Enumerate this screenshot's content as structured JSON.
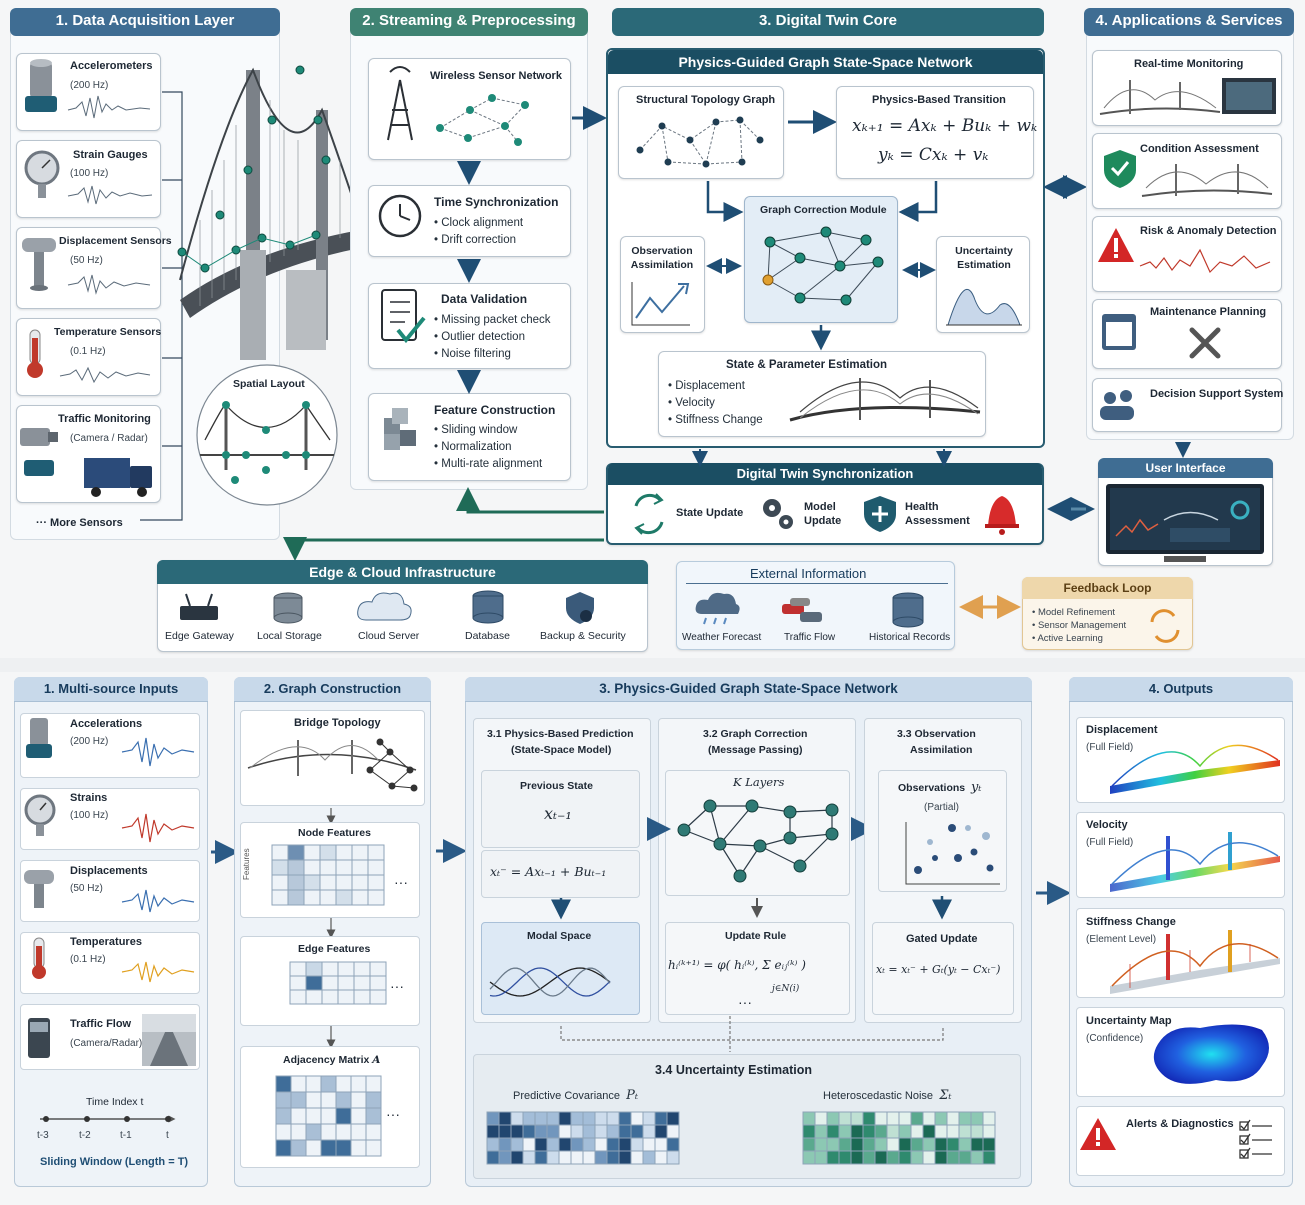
{
  "top": {
    "acq": {
      "title": "1. Data Acquisition Layer",
      "sensors": [
        {
          "name": "Accelerometers",
          "rate": "(200 Hz)"
        },
        {
          "name": "Strain Gauges",
          "rate": "(100 Hz)"
        },
        {
          "name": "Displacement Sensors",
          "rate": "(50 Hz)"
        },
        {
          "name": "Temperature Sensors",
          "rate": "(0.1 Hz)"
        },
        {
          "name": "Traffic Monitoring",
          "rate": "(Camera / Radar)"
        }
      ],
      "more": "··· More Sensors",
      "spatial": "Spatial Layout"
    },
    "stream": {
      "title": "2. Streaming & Preprocessing",
      "wsn": "Wireless Sensor Network",
      "blocks": [
        {
          "title": "Time Synchronization",
          "items": [
            "Clock alignment",
            "Drift correction"
          ]
        },
        {
          "title": "Data Validation",
          "items": [
            "Missing packet check",
            "Outlier detection",
            "Noise filtering"
          ]
        },
        {
          "title": "Feature Construction",
          "items": [
            "Sliding window",
            "Normalization",
            "Multi-rate alignment"
          ]
        }
      ]
    },
    "core": {
      "title": "3. Digital Twin Core",
      "network": "Physics-Guided Graph State-Space Network",
      "topology": "Structural Topology Graph",
      "transition": "Physics-Based Transition",
      "eq1": "xₖ₊₁ = Axₖ + Buₖ + wₖ",
      "eq2": "yₖ = Cxₖ + vₖ",
      "correction": "Graph Correction Module",
      "observation": "Observation Assimilation",
      "uncertainty": "Uncertainty Estimation",
      "state": "State & Parameter Estimation",
      "state_items": [
        "Displacement",
        "Velocity",
        "Stiffness Change"
      ],
      "sync": "Digital Twin Synchronization",
      "sync_items": [
        "State Update",
        "Model Update",
        "Health Assessment"
      ]
    },
    "apps": {
      "title": "4. Applications & Services",
      "items": [
        "Real-time Monitoring",
        "Condition Assessment",
        "Risk & Anomaly Detection",
        "Maintenance Planning",
        "Decision Support System"
      ],
      "ui": "User Interface"
    },
    "infra": {
      "title": "Edge & Cloud Infrastructure",
      "items": [
        "Edge Gateway",
        "Local Storage",
        "Cloud Server",
        "Database",
        "Backup & Security"
      ]
    },
    "external": {
      "title": "External Information",
      "items": [
        "Weather Forecast",
        "Traffic Flow",
        "Historical Records"
      ]
    },
    "feedback": {
      "title": "Feedback Loop",
      "items": [
        "• Model Refinement",
        "• Sensor Management",
        "• Active Learning"
      ]
    }
  },
  "bottom": {
    "inputs": {
      "title": "1. Multi-source Inputs",
      "items": [
        {
          "name": "Accelerations",
          "rate": "(200 Hz)"
        },
        {
          "name": "Strains",
          "rate": "(100 Hz)"
        },
        {
          "name": "Displacements",
          "rate": "(50 Hz)"
        },
        {
          "name": "Temperatures",
          "rate": "(0.1 Hz)"
        },
        {
          "name": "Traffic Flow",
          "rate": "(Camera/Radar)"
        }
      ],
      "time_title": "Time Index t",
      "ticks": [
        "t-3",
        "t-2",
        "t-1",
        "t"
      ],
      "window": "Sliding Window (Length = T)"
    },
    "graph": {
      "title": "2. Graph Construction",
      "topology": "Bridge Topology",
      "node": "Node Features",
      "edge": "Edge Features",
      "adj": "Adjacency Matrix",
      "adj_sym": "A",
      "features_label": "Features",
      "dots": "···"
    },
    "pgssn": {
      "title": "3. Physics-Guided Graph State-Space Network",
      "p1_title": "3.1 Physics-Based Prediction",
      "p1_sub": "(State-Space Model)",
      "prev": "Previous State",
      "prev_sym": "xₜ₋₁",
      "pred_eq": "xₜ⁻ = Axₜ₋₁ + Buₜ₋₁",
      "modal": "Modal Space",
      "p2_title": "3.2 Graph Correction",
      "p2_sub": "(Message Passing)",
      "layers": "K Layers",
      "update": "Update Rule",
      "update_eq": "hᵢ⁽ᵏ⁺¹⁾ = φ( hᵢ⁽ᵏ⁾, Σ eᵢⱼ⁽ᵏ⁾ )",
      "update_sub": "j∈N(i)",
      "p3_title": "3.3 Observation",
      "p3_sub": "Assimilation",
      "obs": "Observations",
      "obs_sym": "yₜ",
      "partial": "(Partial)",
      "gated": "Gated Update",
      "gated_eq": "xₜ = xₜ⁻ + Gₜ(yₜ − Cxₜ⁻)",
      "unc_title": "3.4 Uncertainty Estimation",
      "cov": "Predictive Covariance",
      "cov_sym": "Pₜ",
      "noise": "Heteroscedastic Noise",
      "noise_sym": "Σₜ"
    },
    "outputs": {
      "title": "4. Outputs",
      "items": [
        {
          "name": "Displacement",
          "sub": "(Full Field)"
        },
        {
          "name": "Velocity",
          "sub": "(Full Field)"
        },
        {
          "name": "Stiffness Change",
          "sub": "(Element Level)"
        },
        {
          "name": "Uncertainty Map",
          "sub": "(Confidence)"
        },
        {
          "name": "Alerts & Diagnostics",
          "sub": ""
        }
      ]
    }
  },
  "colors": {
    "blue_header": "#3f6d93",
    "green_header": "#3f8373",
    "teal_header": "#2b6978",
    "arrow": "#1f4e74",
    "green_arrow": "#1f6b57",
    "orange": "#e0a050"
  }
}
